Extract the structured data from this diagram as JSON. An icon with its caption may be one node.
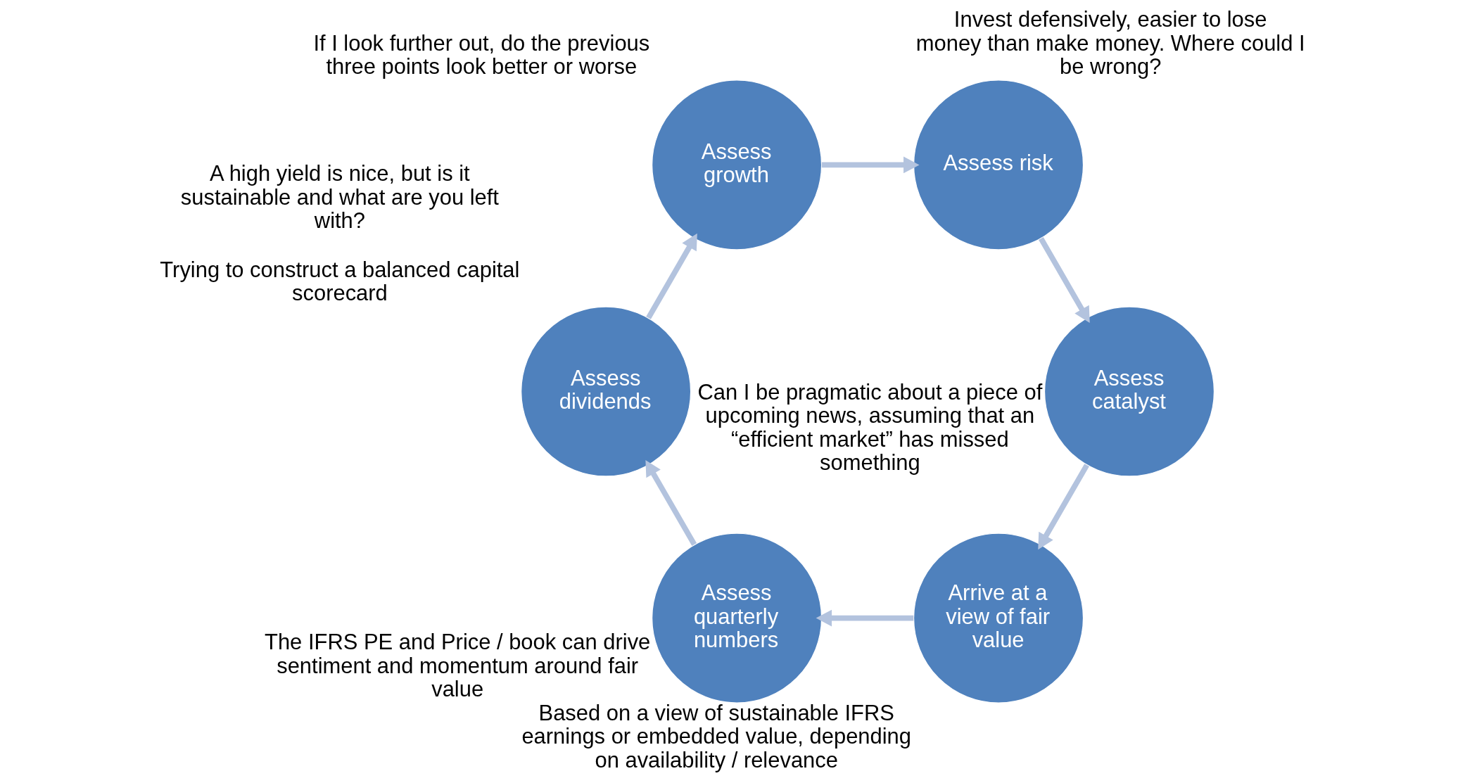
{
  "diagram": {
    "nodes": [
      {
        "text": [
          "Arrive at a view of fair value"
        ],
        "beside": [
          "Based on a view of sustainable IFRS earnings or embedded value, depending on availability / relevance"
        ]
      },
      {
        "text": [
          "Assess quarterly numbers"
        ],
        "beside": [
          "The IFRS PE and Price / book can drive sentiment and momentum around fair value"
        ]
      },
      {
        "text": [
          "Assess dividends"
        ],
        "beside": [
          "A high yield is nice, but is it sustainable and what are you left with?",
          "Trying to construct a balanced capital scorecard"
        ]
      },
      {
        "text": [
          "Assess growth"
        ],
        "beside": [
          "If I look further out, do the previous three points look better or worse"
        ]
      },
      {
        "text": [
          "Assess risk"
        ],
        "beside": [
          "Invest defensively, easier to lose money than make money. Where could I be wrong?"
        ]
      },
      {
        "text": [
          "Assess catalyst"
        ],
        "beside": [
          "Can I be pragmatic about a piece of upcoming news, assuming that an “efficient market” has missed something"
        ]
      }
    ],
    "edges": [
      {
        "from": 0,
        "to": 1,
        "arrow": "to"
      },
      {
        "from": 1,
        "to": 2,
        "arrow": "to"
      },
      {
        "from": 2,
        "to": 3,
        "arrow": "to"
      },
      {
        "from": 3,
        "to": 4,
        "arrow": "to"
      },
      {
        "from": 4,
        "to": 5,
        "arrow": "to"
      },
      {
        "from": 5,
        "to": 0,
        "arrow": "to"
      }
    ]
  }
}
